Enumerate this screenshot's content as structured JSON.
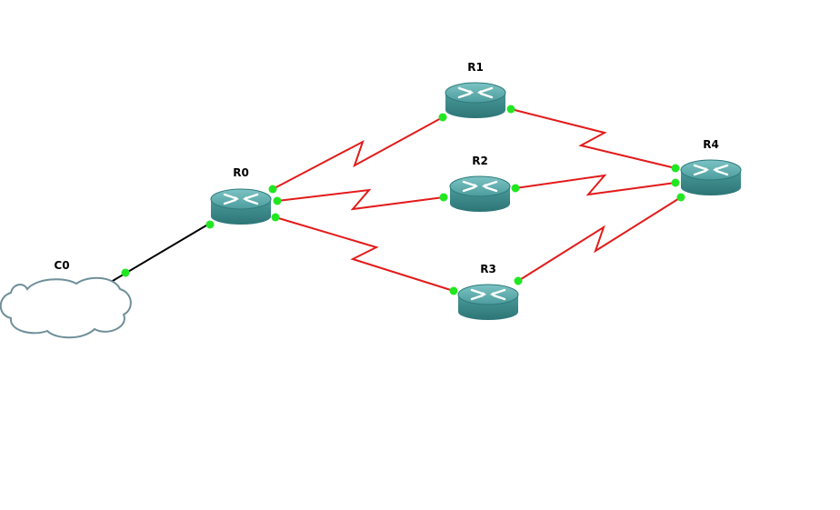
{
  "topology": {
    "nodes": [
      {
        "id": "C0",
        "label": "C0",
        "kind": "cloud",
        "icon": "cloud-icon"
      },
      {
        "id": "R0",
        "label": "R0",
        "kind": "router",
        "icon": "router-icon"
      },
      {
        "id": "R1",
        "label": "R1",
        "kind": "router",
        "icon": "router-icon"
      },
      {
        "id": "R2",
        "label": "R2",
        "kind": "router",
        "icon": "router-icon"
      },
      {
        "id": "R3",
        "label": "R3",
        "kind": "router",
        "icon": "router-icon"
      },
      {
        "id": "R4",
        "label": "R4",
        "kind": "router",
        "icon": "router-icon"
      }
    ],
    "links": [
      {
        "from": "C0",
        "to": "R0",
        "type": "ethernet"
      },
      {
        "from": "R0",
        "to": "R1",
        "type": "serial"
      },
      {
        "from": "R0",
        "to": "R2",
        "type": "serial"
      },
      {
        "from": "R0",
        "to": "R3",
        "type": "serial"
      },
      {
        "from": "R1",
        "to": "R4",
        "type": "serial"
      },
      {
        "from": "R2",
        "to": "R4",
        "type": "serial"
      },
      {
        "from": "R3",
        "to": "R4",
        "type": "serial"
      }
    ],
    "colors": {
      "serial_link": "#e31b1b",
      "ethernet_link": "#000000",
      "port_up": "#22e622",
      "router_body": "#3b8b8c",
      "router_top": "#5aa9aa",
      "cloud_outline": "#6f8f99"
    }
  }
}
